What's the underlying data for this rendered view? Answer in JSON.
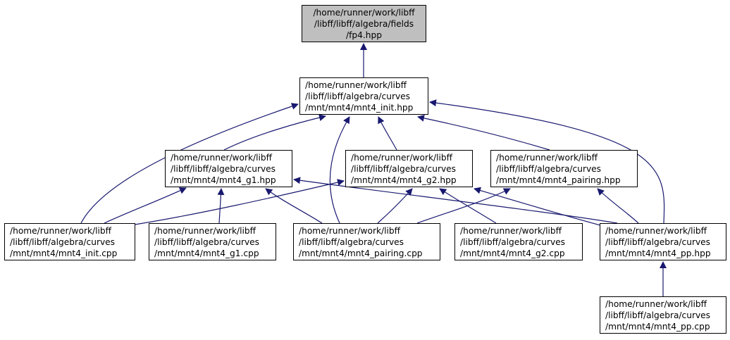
{
  "colors": {
    "edge": "#191970",
    "root_fill": "#bfbfbf",
    "node_fill": "#ffffff",
    "node_border": "#000000"
  },
  "nodes": {
    "fp4_hpp": [
      "/home/runner/work/libff",
      "/libff/libff/algebra/fields",
      "/fp4.hpp"
    ],
    "mnt4_init_hpp": [
      "/home/runner/work/libff",
      "/libff/libff/algebra/curves",
      "/mnt/mnt4/mnt4_init.hpp"
    ],
    "mnt4_g1_hpp": [
      "/home/runner/work/libff",
      "/libff/libff/algebra/curves",
      "/mnt/mnt4/mnt4_g1.hpp"
    ],
    "mnt4_g2_hpp": [
      "/home/runner/work/libff",
      "/libff/libff/algebra/curves",
      "/mnt/mnt4/mnt4_g2.hpp"
    ],
    "mnt4_pairing_hpp": [
      "/home/runner/work/libff",
      "/libff/libff/algebra/curves",
      "/mnt/mnt4/mnt4_pairing.hpp"
    ],
    "mnt4_init_cpp": [
      "/home/runner/work/libff",
      "/libff/libff/algebra/curves",
      "/mnt/mnt4/mnt4_init.cpp"
    ],
    "mnt4_g1_cpp": [
      "/home/runner/work/libff",
      "/libff/libff/algebra/curves",
      "/mnt/mnt4/mnt4_g1.cpp"
    ],
    "mnt4_pairing_cpp": [
      "/home/runner/work/libff",
      "/libff/libff/algebra/curves",
      "/mnt/mnt4/mnt4_pairing.cpp"
    ],
    "mnt4_g2_cpp": [
      "/home/runner/work/libff",
      "/libff/libff/algebra/curves",
      "/mnt/mnt4/mnt4_g2.cpp"
    ],
    "mnt4_pp_hpp": [
      "/home/runner/work/libff",
      "/libff/libff/algebra/curves",
      "/mnt/mnt4/mnt4_pp.hpp"
    ],
    "mnt4_pp_cpp": [
      "/home/runner/work/libff",
      "/libff/libff/algebra/curves",
      "/mnt/mnt4/mnt4_pp.cpp"
    ]
  },
  "edges": [
    [
      "mnt4_init_hpp",
      "fp4_hpp"
    ],
    [
      "mnt4_g1_hpp",
      "mnt4_init_hpp"
    ],
    [
      "mnt4_g2_hpp",
      "mnt4_init_hpp"
    ],
    [
      "mnt4_pairing_hpp",
      "mnt4_init_hpp"
    ],
    [
      "mnt4_init_cpp",
      "mnt4_init_hpp"
    ],
    [
      "mnt4_pairing_cpp",
      "mnt4_init_hpp"
    ],
    [
      "mnt4_pp_hpp",
      "mnt4_init_hpp"
    ],
    [
      "mnt4_init_cpp",
      "mnt4_g1_hpp"
    ],
    [
      "mnt4_g1_cpp",
      "mnt4_g1_hpp"
    ],
    [
      "mnt4_pairing_cpp",
      "mnt4_g1_hpp"
    ],
    [
      "mnt4_pp_hpp",
      "mnt4_g1_hpp"
    ],
    [
      "mnt4_init_cpp",
      "mnt4_g2_hpp"
    ],
    [
      "mnt4_pairing_cpp",
      "mnt4_g2_hpp"
    ],
    [
      "mnt4_g2_cpp",
      "mnt4_g2_hpp"
    ],
    [
      "mnt4_pp_hpp",
      "mnt4_g2_hpp"
    ],
    [
      "mnt4_pairing_cpp",
      "mnt4_pairing_hpp"
    ],
    [
      "mnt4_pp_hpp",
      "mnt4_pairing_hpp"
    ],
    [
      "mnt4_pp_cpp",
      "mnt4_pp_hpp"
    ]
  ]
}
